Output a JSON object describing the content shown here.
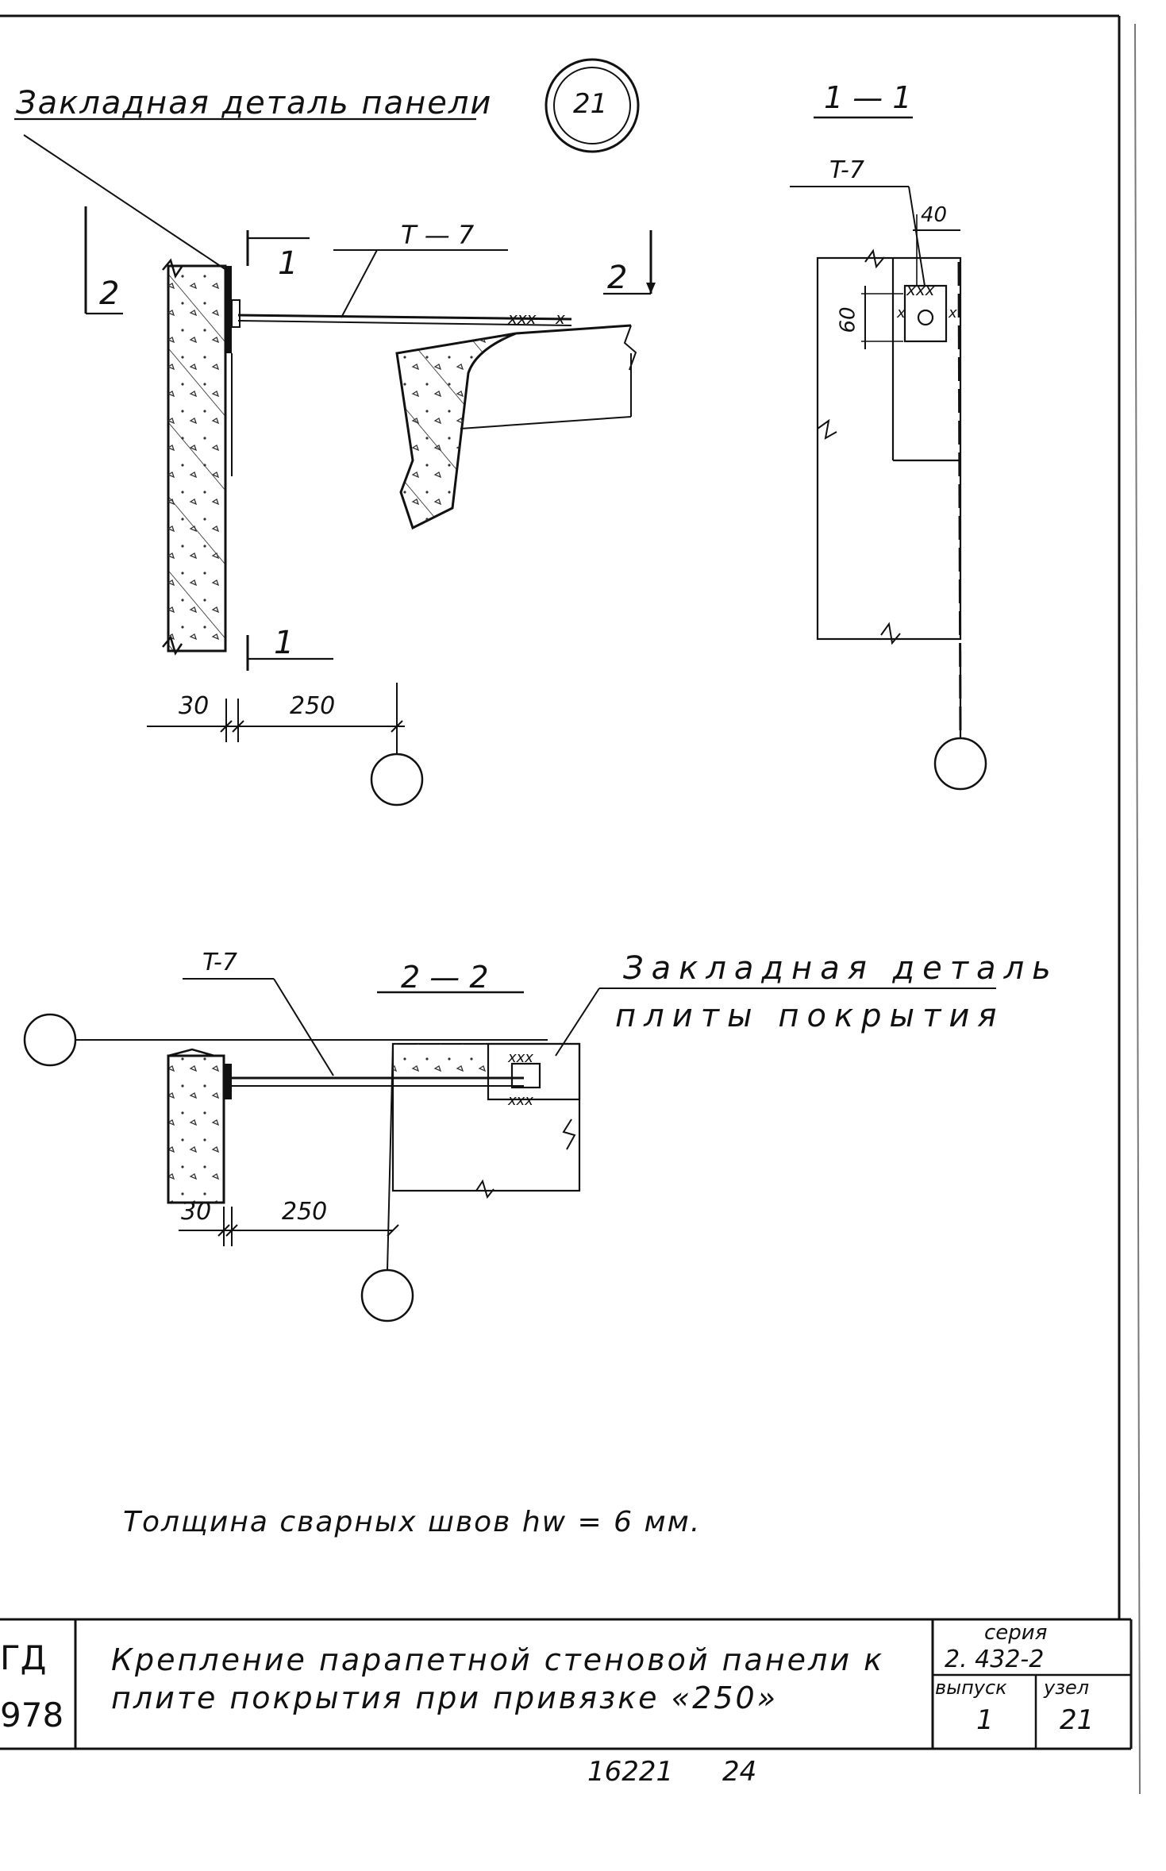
{
  "drawing": {
    "callout_top_left": "Закладная деталь панели",
    "node_marker": "21",
    "section_1_title": "1 — 1",
    "section_2_title": "2 — 2",
    "cut_label_1_top": "1",
    "cut_label_1_bottom": "1",
    "cut_label_2_left": "2",
    "cut_label_2_right": "2",
    "tie_label_main": "T — 7",
    "tie_label_section": "T-7",
    "tie_label_plan": "T-7",
    "dim_30_a": "30",
    "dim_250_a": "250",
    "dim_40": "40",
    "dim_60": "60",
    "dim_30_b": "30",
    "dim_250_b": "250",
    "callout_plan_line1": "Закладная деталь",
    "callout_plan_line2": "плиты покрытия",
    "weld_note": "Толщина сварных швов hw = 6 мм."
  },
  "title_block": {
    "left_top": "ГД",
    "left_bottom": "978",
    "title_line1": "Крепление парапетной стеновой панели к",
    "title_line2": "плите покрытия при привязке «250»",
    "series_label": "серия",
    "series_value": "2. 432-2",
    "issue_label": "выпуск",
    "issue_value": "1",
    "node_label": "узел",
    "node_value": "21"
  },
  "footer": {
    "sheet_code": "16221",
    "sheet_number": "24"
  }
}
